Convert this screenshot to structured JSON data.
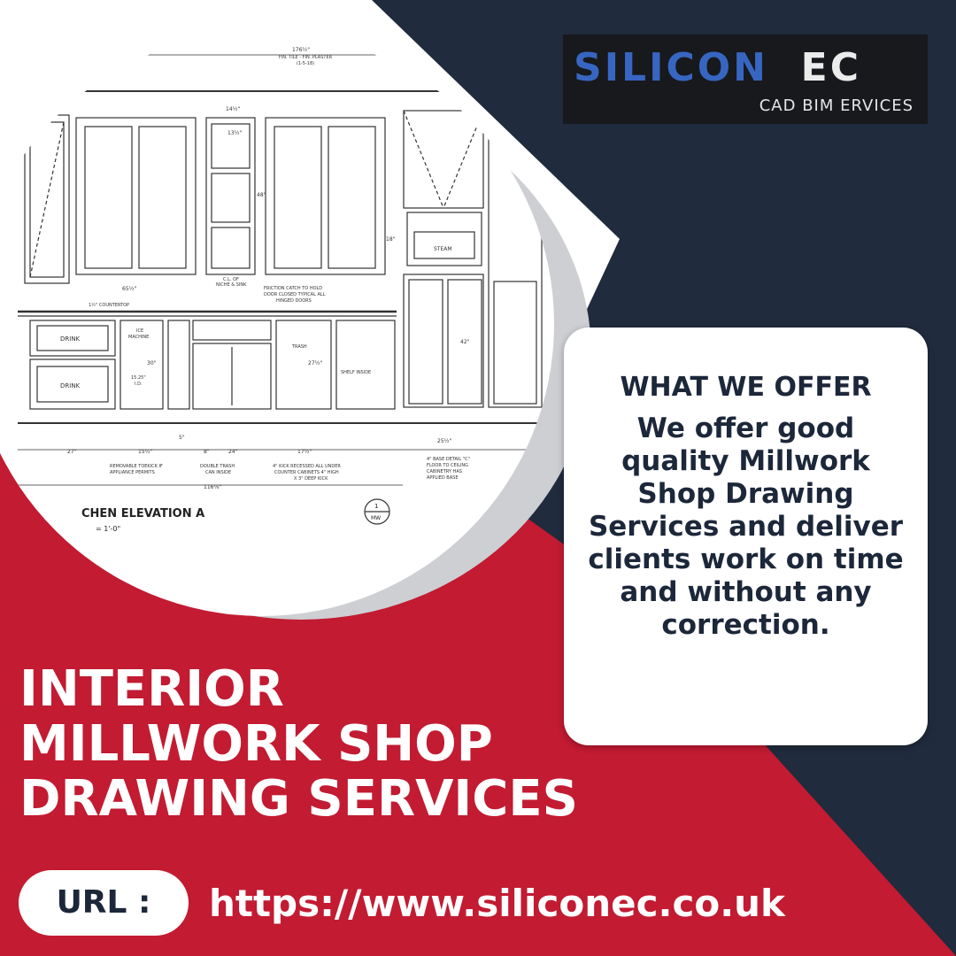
{
  "colors": {
    "navy": "#202b3d",
    "red": "#c21b32",
    "white": "#ffffff",
    "logo_blue": "#3766c2"
  },
  "logo": {
    "main_part1": "SILICON",
    "main_part2": "EC",
    "subtitle": "CAD BIM ERVICES"
  },
  "drawing": {
    "title": "CHEN ELEVATION A",
    "scale": "= 1'-0\"",
    "header_dims": [
      "176½\"",
      "FIN. TILE - FIN. PLASTER",
      "(1-5-18)"
    ],
    "labels": {
      "drink_1": "DRINK",
      "drink_2": "DRINK",
      "ice_machine_1": "ICE",
      "ice_machine_2": "MACHINE",
      "trash": "TRASH",
      "shelf_inside": "SHELF INSIDE",
      "steam": "STEAM",
      "countertop": "1½\" COUNTERTOP",
      "friction_1": "FRICTION CATCH TO HOLD",
      "friction_2": "DOOR CLOSED TYPICAL ALL",
      "friction_3": "HINGED DOORS",
      "niche_1": "C.L. OF",
      "niche_2": "NICHE & SINK",
      "toekick_1": "REMOVABLE TOEKICK IF",
      "toekick_2": "APPLIANCE PERMITS",
      "double_trash_1": "DOUBLE TRASH",
      "double_trash_2": "CAN INSIDE",
      "kick_1": "4\" KICK RECESSED ALL UNDER",
      "kick_2": "COUNTER CABINETS 4\" HIGH",
      "kick_3": "X 3\" DEEP KICK",
      "base_1": "4\" BASE DETAIL \"C\"",
      "base_2": "FLOOR TO CEILING",
      "base_3": "CABINETRY HAS",
      "base_4": "APPLIED BASE",
      "mw_num": "1",
      "mw_tag": "MW",
      "id_dim_1": "15.25\"",
      "id_dim_2": "I.D.",
      "dim_65": "65½\"",
      "dim_116": "116⅛\"",
      "dim_27": "27\"",
      "dim_24": "24\"",
      "dim_5": "5\"",
      "dim_8": "8\"",
      "dim_17": "17½\"",
      "dim_25": "25½\"",
      "dim_15": "15¼\"",
      "dim_48": "48\"",
      "dim_18": "18\"",
      "dim_42": "42\"",
      "dim_30": "30\"",
      "dim_27b": "27½\"",
      "dim_14": "14½\"",
      "dim_13": "13½\""
    }
  },
  "offer": {
    "heading": "WHAT WE OFFER",
    "text": "We offer good quality Millwork Shop Drawing Services and deliver clients work on time and without any correction."
  },
  "headline": {
    "line1": "INTERIOR",
    "line2": "MILLWORK SHOP",
    "line3": "DRAWING SERVICES"
  },
  "url": {
    "label": "URL :",
    "value": "https://www.siliconec.co.uk"
  }
}
